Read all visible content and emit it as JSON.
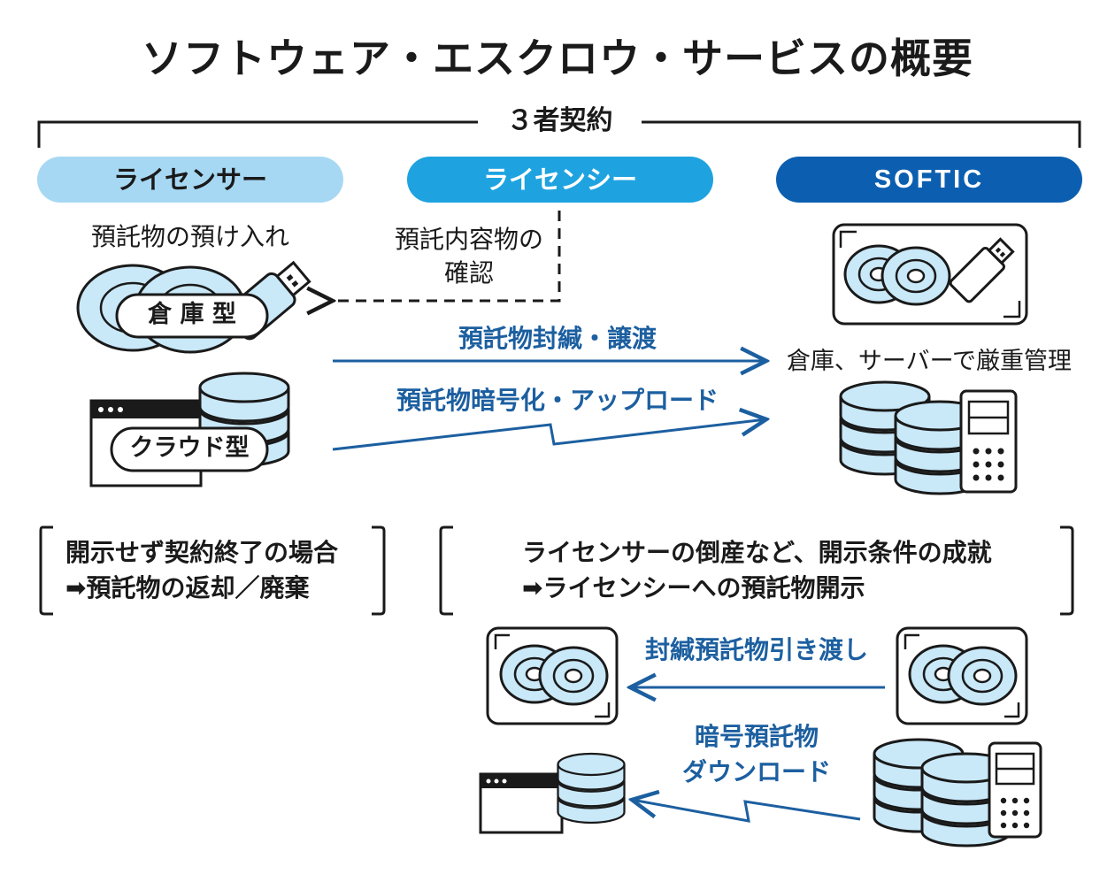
{
  "title": "ソフトウェア・エスクロウ・サービスの概要",
  "contract_label": "３者契約",
  "parties": {
    "licensor": "ライセンサー",
    "licensee": "ライセンシー",
    "softic": "SOFTIC"
  },
  "licensor_side": {
    "deposit_label": "預託物の預け入れ",
    "warehouse_type": "倉 庫 型",
    "cloud_type": "クラウド型"
  },
  "licensee_side": {
    "confirm_label_line1": "預託内容物の",
    "confirm_label_line2": "確認"
  },
  "arrows": {
    "seal_transfer": "預託物封緘・譲渡",
    "encrypt_upload": "預託物暗号化・アップロード",
    "sealed_handover": "封緘預託物引き渡し",
    "encrypted_download_line1": "暗号預託物",
    "encrypted_download_line2": "ダウンロード"
  },
  "softic_side": {
    "storage_label": "倉庫、サーバーで厳重管理"
  },
  "outcomes": {
    "no_disclosure_line1": "開示せず契約終了の場合",
    "no_disclosure_line2": "➡預託物の返却／廃棄",
    "disclosure_line1": "ライセンサーの倒産など、開示条件の成就",
    "disclosure_line2": "➡ライセンシーへの預託物開示"
  },
  "colors": {
    "licensor_pill": "#a7d8f3",
    "licensee_pill": "#1fa3e0",
    "softic_pill": "#0c5fb0",
    "arrow_blue": "#1c5fa0",
    "disc_fill": "#c9e8f8"
  }
}
